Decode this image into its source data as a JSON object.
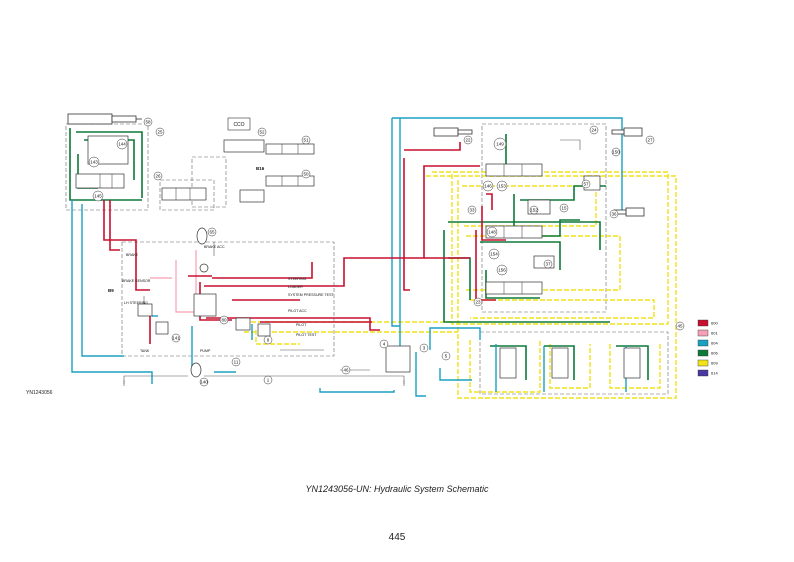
{
  "document": {
    "image_id": "YN1243056",
    "caption": "YN1243056-UN: Hydraulic System Schematic",
    "page_number": "445"
  },
  "schematic": {
    "labels": {
      "cco": "CCO",
      "b16": "B16",
      "b9": "B9",
      "brake": "BRAKE",
      "brake_sensor": "BRAKE SENSOR",
      "lh_steering": "LH STEERING",
      "brake_acc": "BRAKE ACC",
      "steering": "STEERING",
      "loader": "LOADER",
      "system_pressure_test": "SYSTEM PRESSURE TEST",
      "pilot_acc": "PILOT ACC",
      "pilot": "PILOT",
      "pilot_test": "PILOT TEST",
      "tank": "TANK",
      "pump": "PUMP"
    },
    "callouts": {
      "c58": "58",
      "c25": "25",
      "c144": "144",
      "c143": "143",
      "c145": "145",
      "c52": "52",
      "c51": "51",
      "c50": "50",
      "c26": "26",
      "c22": "22",
      "c149": "149",
      "c24": "24",
      "c27": "27",
      "c150": "150",
      "c146": "146",
      "c153": "153",
      "c33": "33",
      "c36": "36",
      "c57": "57",
      "c148": "148",
      "c152": "152",
      "c15": "15",
      "c154": "154",
      "c156": "156",
      "c37": "37",
      "c23": "23",
      "c45": "45",
      "c65": "65",
      "c141": "141",
      "c9": "9",
      "c11": "11",
      "c3": "3",
      "c4": "4",
      "c46": "46",
      "c5": "5",
      "c1": "1",
      "c140": "140",
      "c80": "80"
    }
  },
  "legend": {
    "items": [
      {
        "code": "600",
        "color": "#c8102e"
      },
      {
        "code": "601",
        "color": "#f5a0b4"
      },
      {
        "code": "604",
        "color": "#1aa0c0"
      },
      {
        "code": "606",
        "color": "#0e7a3a"
      },
      {
        "code": "609",
        "color": "#f2e21a"
      },
      {
        "code": "614",
        "color": "#4a3aa0"
      }
    ]
  }
}
